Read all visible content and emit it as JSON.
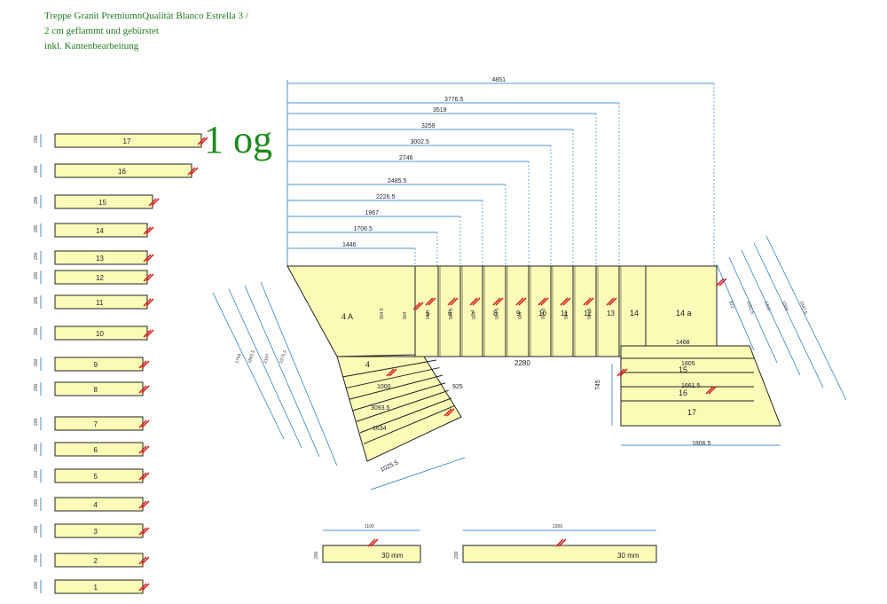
{
  "header": {
    "line1": "Treppe Granit PremiumnQualität Blanco Estrella 3 /",
    "line2": "2 cm geflammt und gebürstet",
    "line3": "inkl. Kantenbearbeitung"
  },
  "floor_label": "1 og",
  "colors": {
    "stone": "#fbfbb8",
    "dimension": "#1a73b8",
    "edge_mark": "#d01818",
    "text_green": "#1f7a1f"
  },
  "left_pieces": [
    "17",
    "16",
    "15",
    "14",
    "13",
    "12",
    "11",
    "10",
    "9",
    "8",
    "7",
    "6",
    "5",
    "4",
    "3",
    "2",
    "1"
  ],
  "side_dim": "200",
  "top_dims": [
    "4851",
    "3776.5",
    "3519",
    "3259",
    "3002.5",
    "2746",
    "2485.5",
    "2226.5",
    "1967",
    "1706.5",
    "1446"
  ],
  "main_labels": {
    "label_4a": "4 A",
    "label_4": "4",
    "label_14": "14",
    "label_14a": "14 a",
    "label_15": "15",
    "label_16": "16",
    "label_17": "17"
  },
  "step_labels": [
    "5",
    "6",
    "7",
    "8",
    "9",
    "10",
    "11",
    "12",
    "13"
  ],
  "vertical_dims": [
    "904.5",
    "904",
    "904",
    "904.5",
    "904",
    "904.5",
    "904",
    "904.5",
    "904",
    "904.5"
  ],
  "left_diag_dims": [
    "1704",
    "1865.5",
    "2107",
    "2275.5"
  ],
  "right_diag_dims": [
    "922",
    "1052.5",
    "1310",
    "1504",
    "1647.5"
  ],
  "lower_left_dims": [
    "1000",
    "3093.5",
    "1634",
    "1025.5",
    "925"
  ],
  "lower_right_dims": [
    "1468",
    "1805",
    "1661.5",
    "745",
    "1806.5"
  ],
  "mid_dim": "2280",
  "samples": [
    {
      "width_dim": "1100",
      "height_dim": "200",
      "thickness": "30 mm"
    },
    {
      "width_dim": "2200",
      "height_dim": "200",
      "thickness": "30 mm"
    }
  ]
}
